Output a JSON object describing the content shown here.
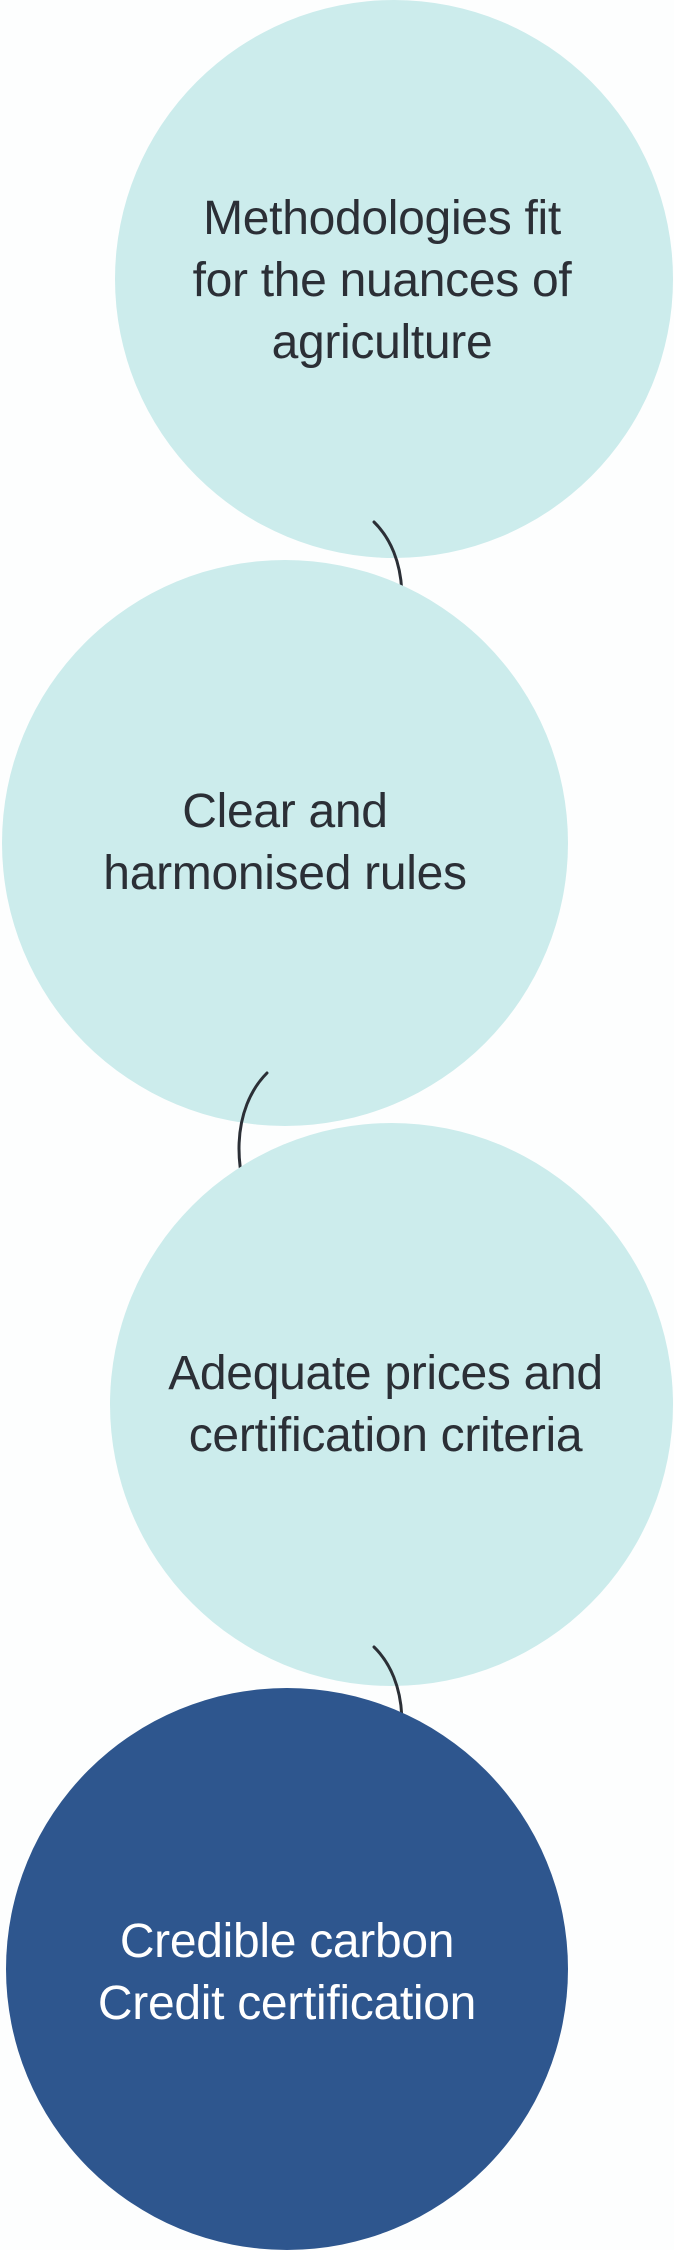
{
  "colors": {
    "background": "#FDFEFE",
    "light_circle": "#CCECEC",
    "dark_circle": "#2E568E",
    "dark_text": "#2B2F36",
    "light_text": "#FFFFFF",
    "arrow": "#2B2F36"
  },
  "steps": [
    {
      "label": "Methodologies fit\nfor the nuances of\nagriculture"
    },
    {
      "label": "Clear and\nharmonised rules"
    },
    {
      "label": "Adequate prices and\ncertification criteria"
    },
    {
      "label": "Credible carbon\nCredit certification"
    }
  ]
}
